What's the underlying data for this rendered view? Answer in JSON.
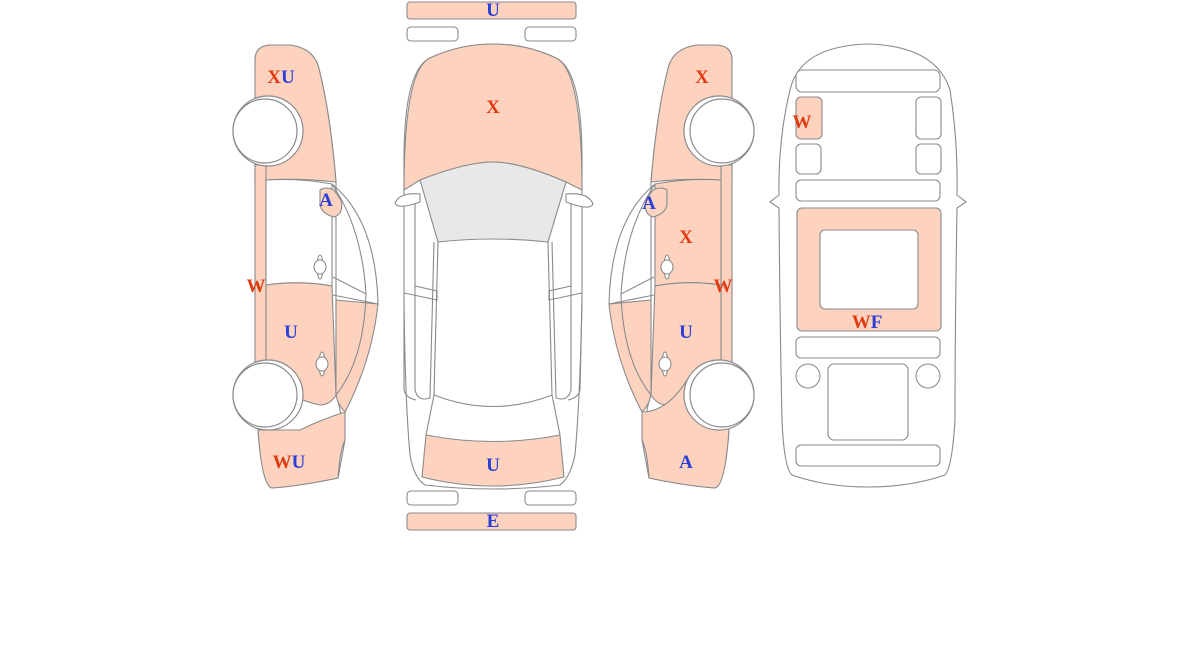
{
  "colors": {
    "damaged_fill": "#fdd3c0",
    "outline": "#8a8a8a",
    "code_red": "#e03a10",
    "code_blue": "#2a3fd6",
    "glass": "#e8e8e8"
  },
  "labels": {
    "top_bumper": [
      "U"
    ],
    "hood": [
      "X"
    ],
    "trunk_lid": [
      "U"
    ],
    "rear_bumper": [
      "E"
    ],
    "left_front_fender": [
      "X",
      "U"
    ],
    "left_mirror": [
      "A"
    ],
    "left_sill": [
      "W"
    ],
    "left_rear_door": [
      "U"
    ],
    "left_rear_quarter": [
      "W",
      "U"
    ],
    "right_front_fender": [
      "X"
    ],
    "right_mirror": [
      "A"
    ],
    "right_front_door": [
      "X"
    ],
    "right_sill": [
      "W"
    ],
    "right_rear_door": [
      "U"
    ],
    "right_rear_quarter": [
      "A"
    ],
    "interior_front_left": [
      "W"
    ],
    "interior_floor": [
      "W",
      "F"
    ]
  },
  "legend_colors": {
    "X": "red",
    "W": "red",
    "U": "blue",
    "A": "blue",
    "E": "blue",
    "F": "blue"
  }
}
